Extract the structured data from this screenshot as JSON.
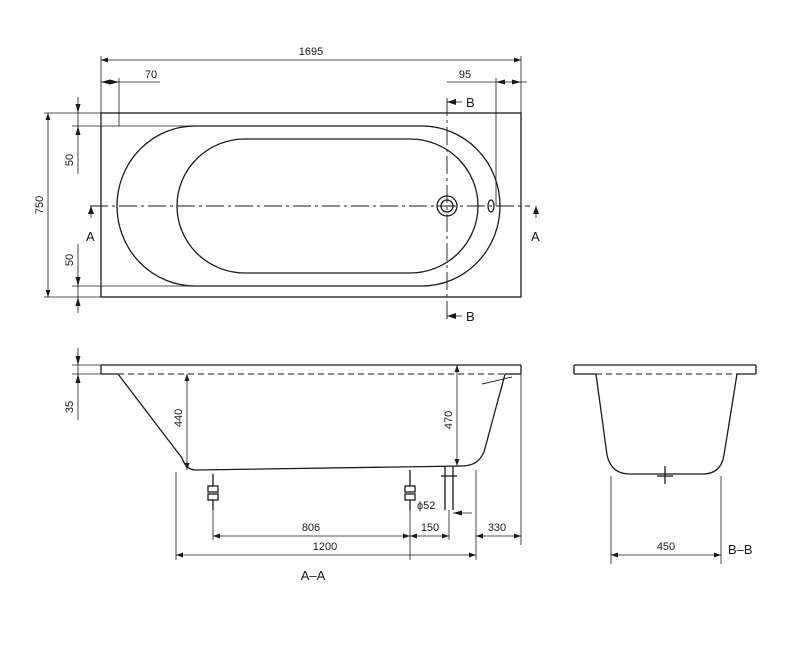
{
  "plan": {
    "overall_length": "1695",
    "left_offset": "70",
    "right_offset": "95",
    "overall_width": "750",
    "rim_top": "50",
    "rim_bottom": "50",
    "section_a": "A",
    "section_b": "B"
  },
  "side_view": {
    "rim_height": "35",
    "depth_left": "440",
    "depth_right": "470",
    "foot_spacing": "806",
    "drain_offset": "150",
    "end_offset": "330",
    "support_length": "1200",
    "drain_diameter": "ϕ52",
    "caption": "A–A"
  },
  "end_view": {
    "width": "450",
    "caption": "B–B"
  }
}
